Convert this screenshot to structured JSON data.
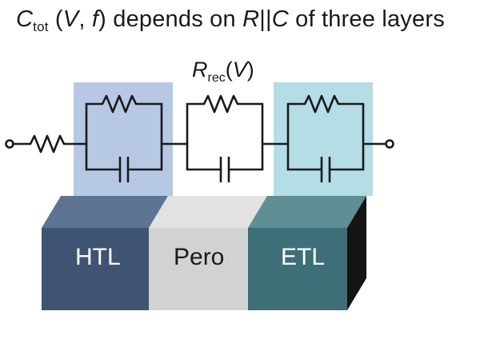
{
  "title": {
    "c_symbol": "C",
    "c_subscript": "tot",
    "args_open": " (",
    "arg_v": "V",
    "comma": ", ",
    "arg_f": "f",
    "args_close": ")",
    "text_mid": " depends on ",
    "r_symbol": "R",
    "parallel": "||",
    "c2_symbol": "C",
    "text_end": " of three layers"
  },
  "rrec": {
    "symbol": "R",
    "subscript": "rec",
    "open": "(",
    "arg": "V",
    "close": ")"
  },
  "layers": {
    "htl": "HTL",
    "pero": "Pero",
    "etl": "ETL"
  },
  "colors": {
    "htl_highlight": "#b6c8e3",
    "etl_highlight": "#b4dde6",
    "htl_front": "#3f5473",
    "htl_top": "#5d7493",
    "pero_front": "#d2d2d2",
    "pero_top": "#e2e2e2",
    "etl_front": "#3e6f78",
    "etl_top": "#5f8e95",
    "wire": "#1a1a1a"
  }
}
